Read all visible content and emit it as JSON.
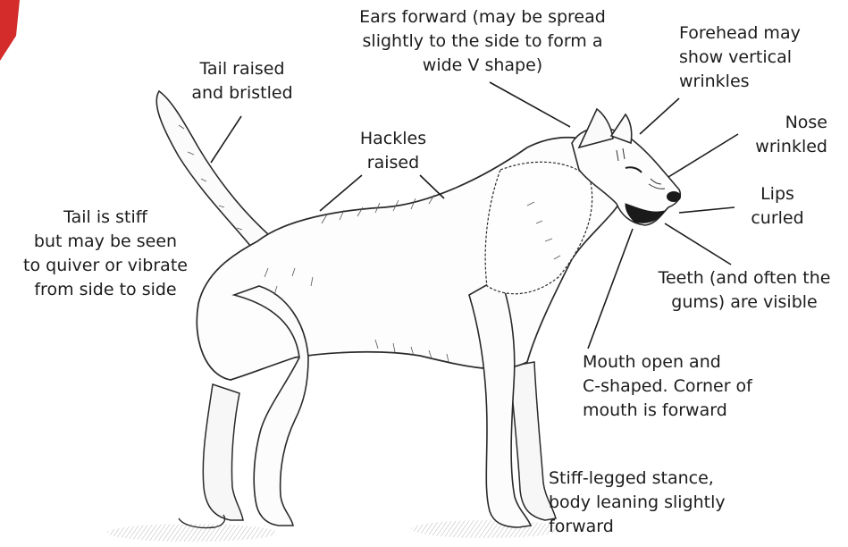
{
  "annotations": {
    "ears": [
      "Ears forward (may be spread",
      "slightly to the side to form a",
      "wide V shape)"
    ],
    "forehead": [
      "Forehead may",
      "show vertical",
      "wrinkles"
    ],
    "tail_raised": [
      "Tail raised",
      "and bristled"
    ],
    "hackles": [
      "Hackles",
      "raised"
    ],
    "nose": [
      "Nose",
      "wrinkled"
    ],
    "lips": [
      "Lips",
      "curled"
    ],
    "tail_stiff": [
      "Tail is stiff",
      "but may be seen",
      "to quiver or vibrate",
      "from side to side"
    ],
    "teeth": [
      "Teeth (and often the",
      "gums) are visible"
    ],
    "mouth": [
      "Mouth open and",
      "C-shaped. Corner of",
      "mouth is forward"
    ],
    "stance": [
      "Stiff-legged stance,",
      "body leaning slightly",
      "forward"
    ]
  },
  "colors": {
    "ink": "#1c1c1c",
    "badge": "#d42b2b",
    "background": "#ffffff"
  }
}
